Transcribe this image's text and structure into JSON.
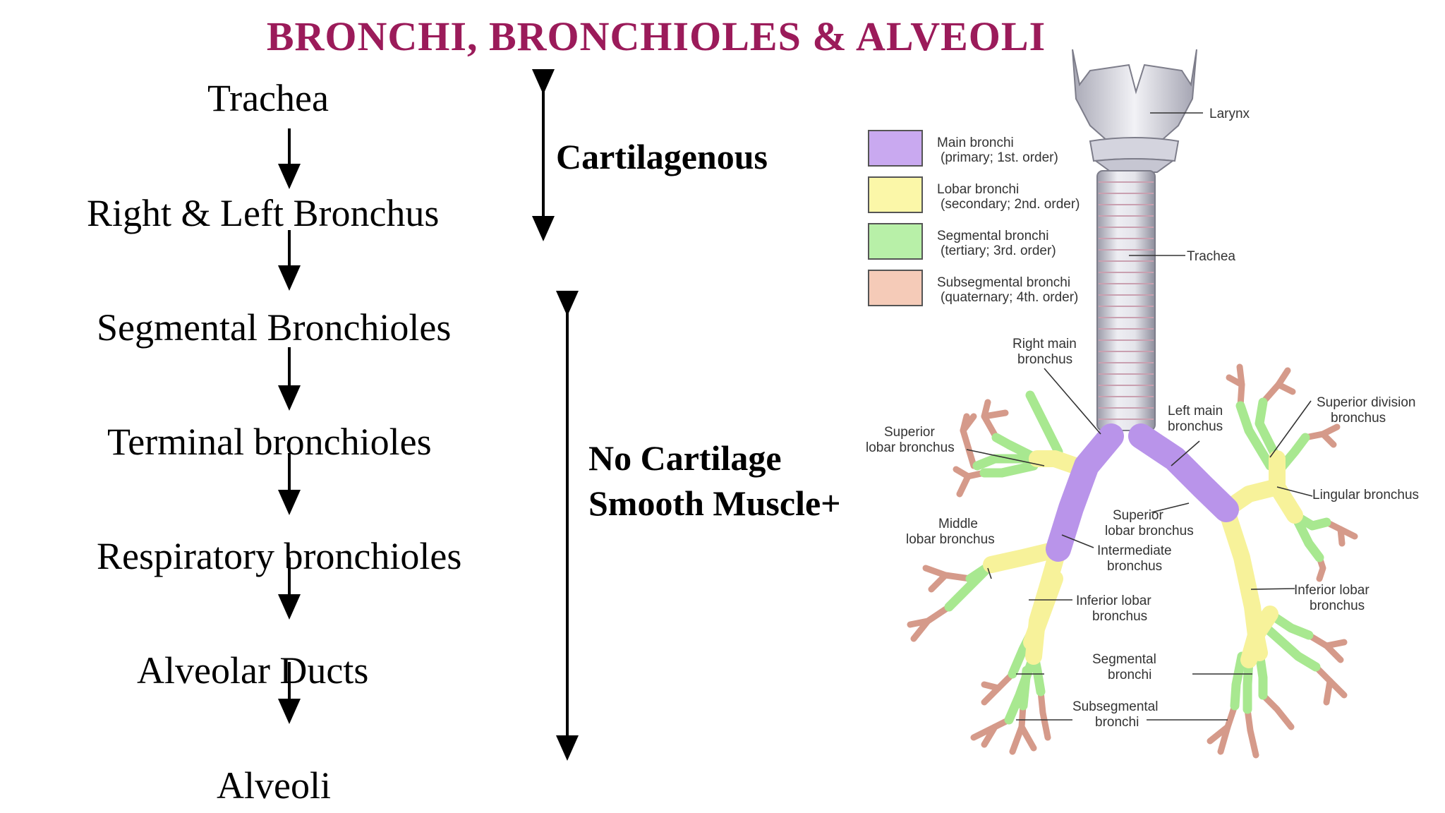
{
  "title": "BRONCHI, BRONCHIOLES & ALVEOLI",
  "flow": [
    "Trachea",
    "Right & Left Bronchus",
    "Segmental Bronchioles",
    "Terminal bronchioles",
    "Respiratory bronchioles",
    "Alveolar Ducts",
    "Alveoli"
  ],
  "ranges": {
    "cartilage": "Cartilagenous",
    "no_cartilage_line1": "No Cartilage",
    "no_cartilage_line2": "Smooth Muscle+"
  },
  "legend": [
    {
      "line1": "Main bronchi",
      "line2": "(primary; 1st. order)",
      "color": "#c9a9f0"
    },
    {
      "line1": "Lobar bronchi",
      "line2": "(secondary; 2nd. order)",
      "color": "#fbf7a8"
    },
    {
      "line1": "Segmental bronchi",
      "line2": "(tertiary; 3rd. order)",
      "color": "#b8f0a8"
    },
    {
      "line1": "Subsegmental bronchi",
      "line2": "(quaternary; 4th. order)",
      "color": "#f5cbb8"
    }
  ],
  "labels": {
    "larynx": "Larynx",
    "trachea": "Trachea",
    "right_main_1": "Right main",
    "right_main_2": "bronchus",
    "left_main_1": "Left main",
    "left_main_2": "bronchus",
    "sup_div_1": "Superior division",
    "sup_div_2": "bronchus",
    "sup_lobar_r_1": "Superior",
    "sup_lobar_r_2": "lobar bronchus",
    "lingular": "Lingular bronchus",
    "middle_1": "Middle",
    "middle_2": "lobar bronchus",
    "sup_lobar_l_1": "Superior",
    "sup_lobar_l_2": "lobar bronchus",
    "intermediate_1": "Intermediate",
    "intermediate_2": "bronchus",
    "inf_lobar_r_1": "Inferior lobar",
    "inf_lobar_r_2": "bronchus",
    "inf_lobar_l_1": "Inferior lobar",
    "inf_lobar_l_2": "bronchus",
    "segmental_1": "Segmental",
    "segmental_2": "bronchi",
    "subsegmental_1": "Subsegmental",
    "subsegmental_2": "bronchi"
  }
}
